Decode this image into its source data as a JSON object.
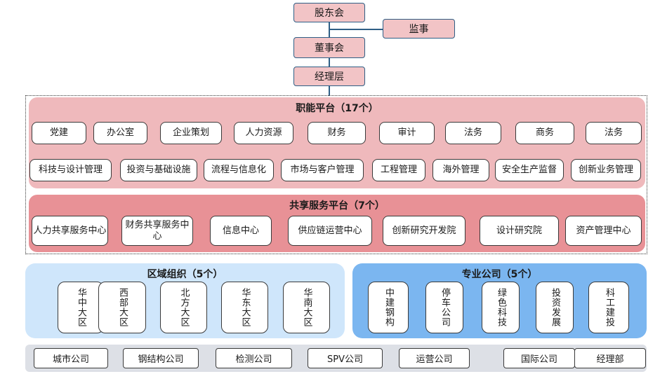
{
  "governance": {
    "shareholders": "股东会",
    "supervisor": "监事",
    "board": "董事会",
    "management": "经理层"
  },
  "functional": {
    "title": "职能平台（17个）",
    "row1": [
      "党建",
      "办公室",
      "企业策划",
      "人力资源",
      "财务",
      "审计",
      "法务",
      "商务",
      "法务"
    ],
    "row2": [
      "科技与设计管理",
      "投资与基础设施",
      "流程与信息化",
      "市场与客户管理",
      "工程管理",
      "海外管理",
      "安全生产监督",
      "创新业务管理"
    ]
  },
  "shared": {
    "title": "共享服务平台（7个）",
    "items": [
      "人力共享服务中心",
      "财务共享服务中心",
      "信息中心",
      "供应链运营中心",
      "创新研究开发院",
      "设计研究院",
      "资产管理中心"
    ]
  },
  "regional": {
    "title": "区域组织（5个）",
    "items": [
      "华中大区",
      "西部大区",
      "北方大区",
      "华东大区",
      "华南大区"
    ]
  },
  "professional": {
    "title": "专业公司（5个）",
    "items": [
      "中建钢构",
      "停车公司",
      "绿色科技",
      "投资发展",
      "科工建投"
    ]
  },
  "bottom": {
    "items": [
      "城市公司",
      "钢结构公司",
      "检测公司",
      "SPV公司",
      "运营公司",
      "国际公司",
      "经理部"
    ]
  },
  "colors": {
    "accent_border": "#2f5f86",
    "functional_bg": "#efb9bc",
    "shared_bg": "#e89196",
    "regional_bg": "#cfe6fb",
    "professional_bg": "#7bb6f0",
    "bottom_bg": "#dde0e6"
  }
}
